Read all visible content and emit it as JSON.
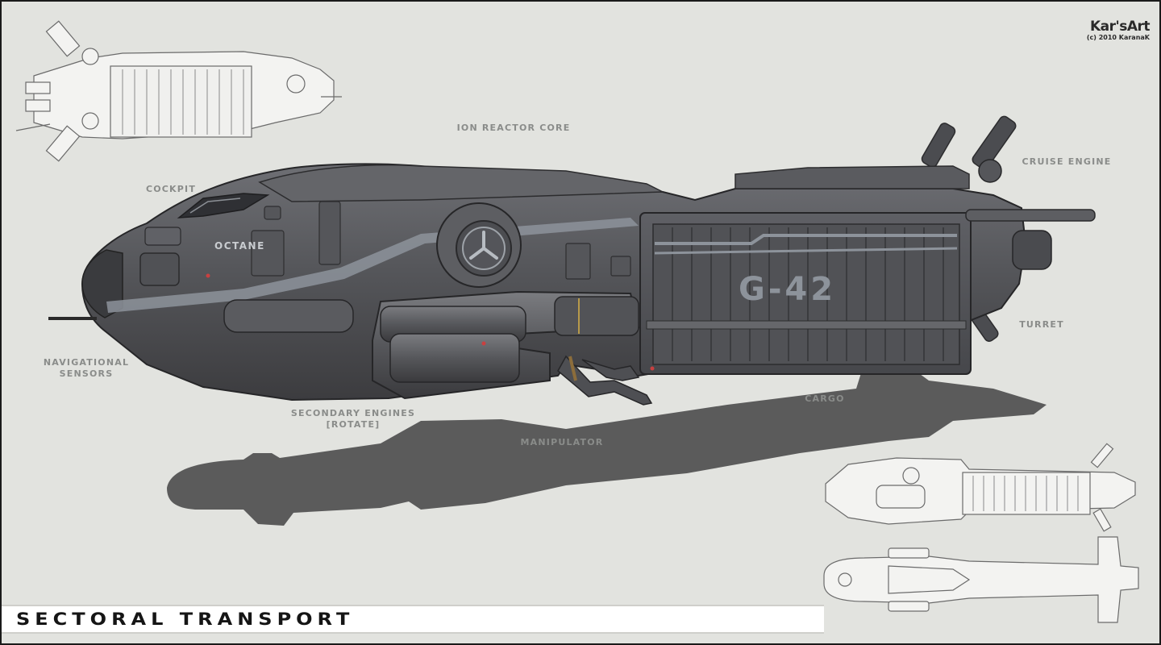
{
  "title": "SECTORAL TRANSPORT",
  "watermark": {
    "name": "Kar'sArt",
    "copyright": "(c) 2010 KaranaK"
  },
  "hull": {
    "name": "OCTANE",
    "cargo_code": "G-42"
  },
  "callouts": {
    "ion_reactor_core": "ION REACTOR CORE",
    "cockpit": "COCKPIT",
    "cruise_engine": "CRUISE ENGINE",
    "turret": "TURRET",
    "navigational_sensors": [
      "NAVIGATIONAL",
      "SENSORS"
    ],
    "secondary_engines": [
      "SECONDARY ENGINES",
      "[ROTATE]"
    ],
    "cargo": "CARGO",
    "manipulator": "MANIPULATOR"
  },
  "colors": {
    "background": "#e2e3df",
    "hull_dark": "#4a4a4d",
    "hull_mid": "#5d5e62",
    "hull_light": "#7a7b80",
    "stripe": "#9ea3aa",
    "shadow": "#555555",
    "label": "#8a8c8a"
  }
}
